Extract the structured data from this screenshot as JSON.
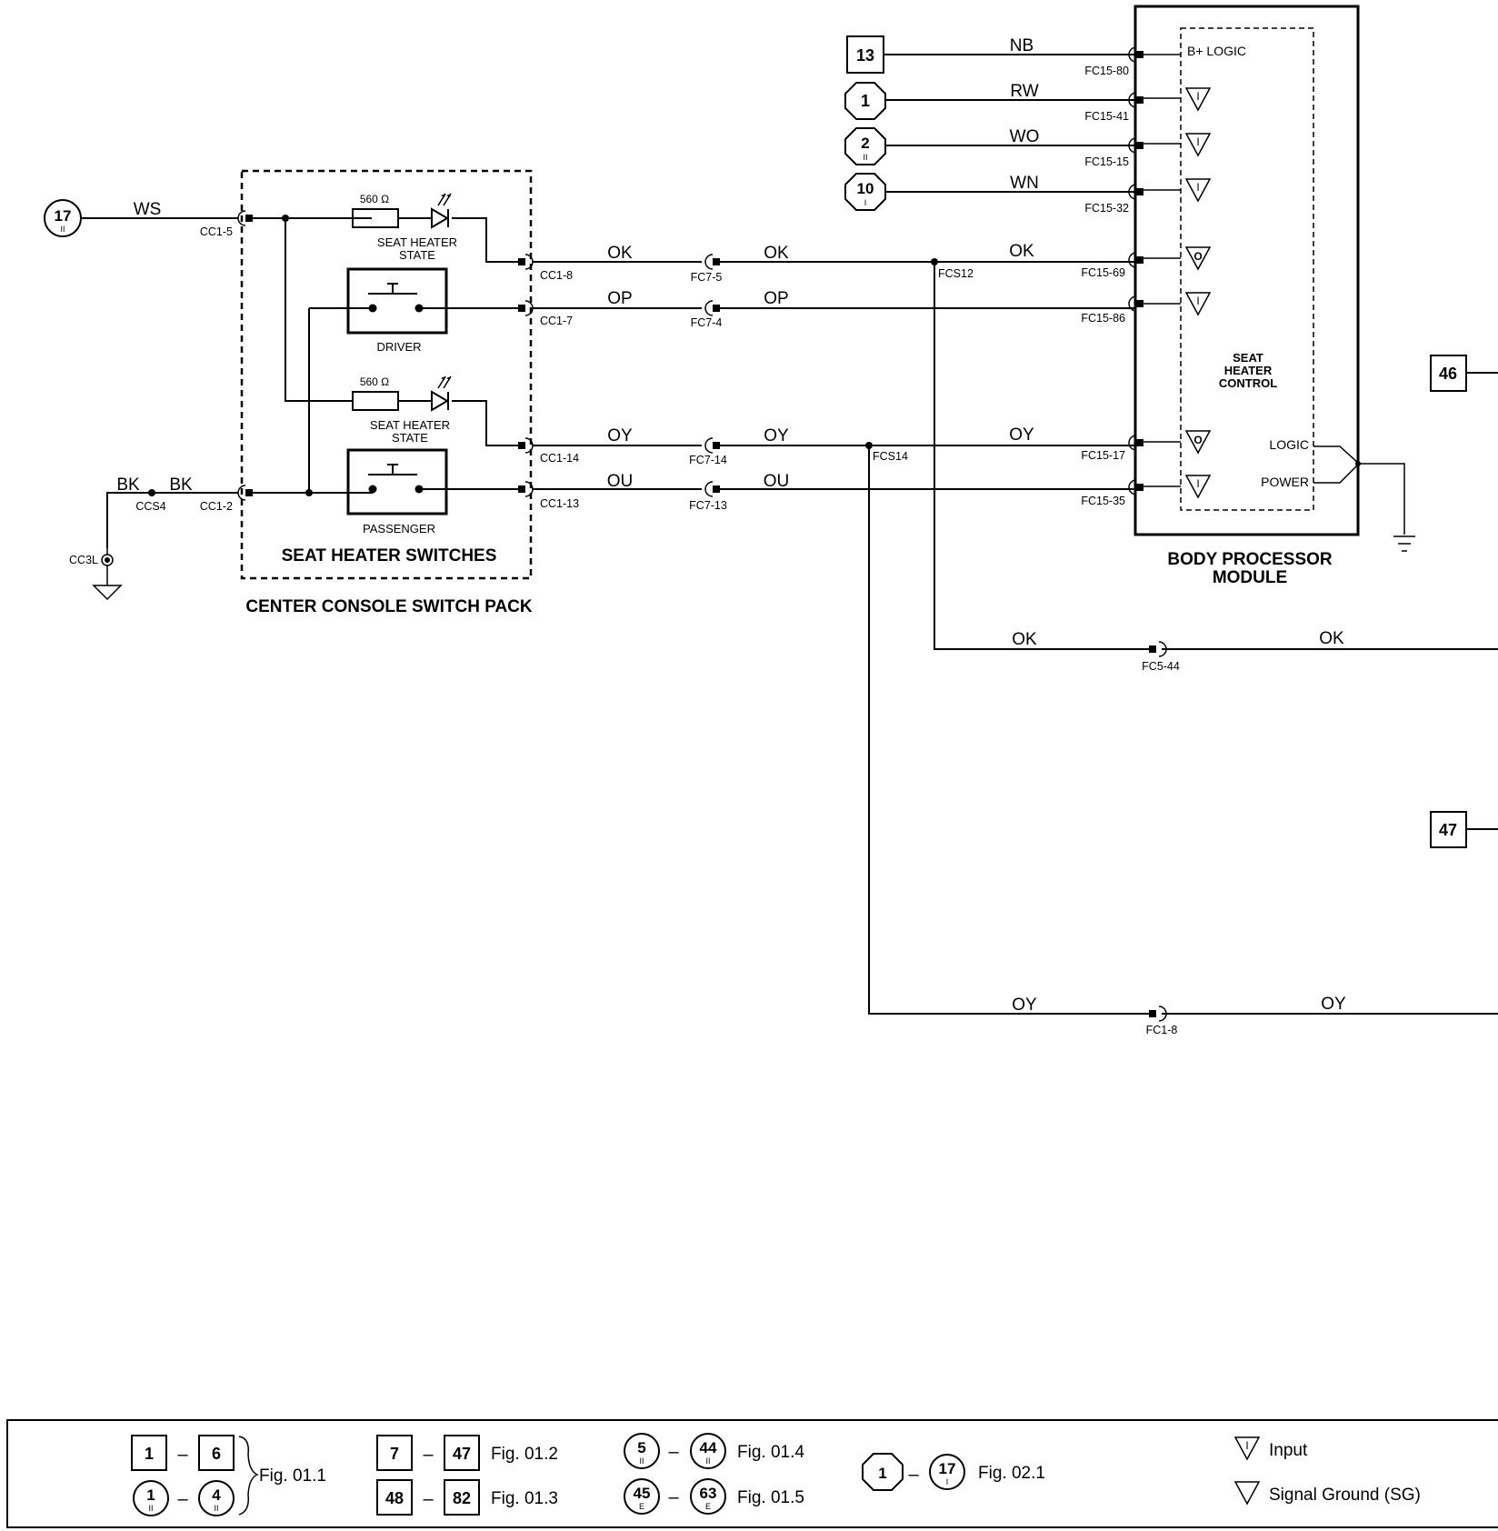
{
  "components": {
    "switch_pack": "CENTER CONSOLE SWITCH PACK",
    "switches_group": "SEAT HEATER SWITCHES",
    "driver": "DRIVER",
    "passenger": "PASSENGER",
    "indicator_label_1": "SEAT HEATER",
    "indicator_label_2": "STATE",
    "resistor_value": "560 Ω",
    "bpm_line1": "BODY PROCESSOR",
    "bpm_line2": "MODULE",
    "shc_line1": "SEAT",
    "shc_line2": "HEATER",
    "shc_line3": "CONTROL",
    "b_logic": "B+ LOGIC",
    "logic": "LOGIC",
    "power": "POWER",
    "pin_input": "I",
    "pin_output": "O"
  },
  "refs": {
    "r13": "13",
    "r1": "1",
    "r2": "2",
    "r10": "10",
    "r17": "17",
    "r46": "46",
    "r47": "47",
    "sub_ii": "II",
    "sub_i": "I"
  },
  "wires": {
    "nb": "NB",
    "rw": "RW",
    "wo": "WO",
    "wn": "WN",
    "ws": "WS",
    "ok": "OK",
    "op": "OP",
    "oy": "OY",
    "ou": "OU",
    "bk": "BK"
  },
  "connectors": {
    "fc15_80": "FC15-80",
    "fc15_41": "FC15-41",
    "fc15_15": "FC15-15",
    "fc15_32": "FC15-32",
    "fc15_69": "FC15-69",
    "fc15_86": "FC15-86",
    "fc15_17": "FC15-17",
    "fc15_35": "FC15-35",
    "cc1_5": "CC1-5",
    "cc1_8": "CC1-8",
    "cc1_7": "CC1-7",
    "cc1_14": "CC1-14",
    "cc1_13": "CC1-13",
    "cc1_2": "CC1-2",
    "fc7_5": "FC7-5",
    "fc7_4": "FC7-4",
    "fc7_14": "FC7-14",
    "fc7_13": "FC7-13",
    "fcs12": "FCS12",
    "fcs14": "FCS14",
    "ccs4": "CCS4",
    "cc3l": "CC3L",
    "fc5_44": "FC5-44",
    "fc1_8": "FC1-8"
  },
  "legend": {
    "n1": "1",
    "n6": "6",
    "n4": "4",
    "n7": "7",
    "n47": "47",
    "n48": "48",
    "n82": "82",
    "n5": "5",
    "n44": "44",
    "n45": "45",
    "n63": "63",
    "n17": "17",
    "sub_ii": "II",
    "sub_e": "E",
    "sub_i": "I",
    "dash": "–",
    "fig_01_1": "Fig. 01.1",
    "fig_01_2": "Fig. 01.2",
    "fig_01_3": "Fig. 01.3",
    "fig_01_4": "Fig. 01.4",
    "fig_01_5": "Fig. 01.5",
    "fig_02_1": "Fig. 02.1",
    "input": "Input",
    "signal_ground": "Signal Ground (SG)",
    "input_glyph": "I"
  }
}
